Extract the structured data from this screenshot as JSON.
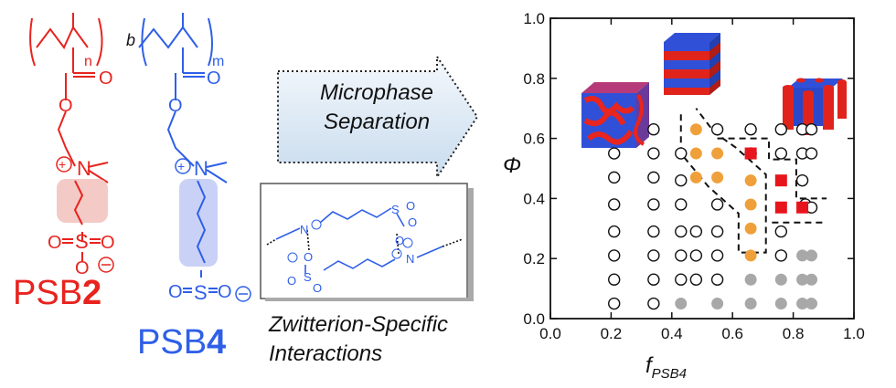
{
  "labels": {
    "psb2_prefix": "PSB",
    "psb2_num": "2",
    "psb4_prefix": "PSB",
    "psb4_num": "4",
    "arrow_line1": "Microphase",
    "arrow_line2": "Separation",
    "zwit_line1": "Zwitterion-Specific",
    "zwit_line2": "Interactions",
    "block_b": "b",
    "sub_n": "n",
    "sub_m": "m"
  },
  "colors": {
    "psb2": "#e8231f",
    "psb4": "#2f5fe8",
    "orange": "#f0a03a",
    "red": "#e8141c",
    "gray": "#a8a8a8",
    "arrow_fill": "#dce9f5"
  },
  "chart_data": {
    "type": "scatter",
    "xlabel": "f",
    "xlabel_sub": "PSB4",
    "ylabel": "Φ",
    "xlim": [
      0.0,
      1.0
    ],
    "ylim": [
      0.0,
      1.0
    ],
    "xticks": [
      "0.0",
      "0.2",
      "0.4",
      "0.6",
      "0.8",
      "1.0"
    ],
    "yticks": [
      "0.0",
      "0.2",
      "0.4",
      "0.6",
      "0.8",
      "1.0"
    ],
    "series": [
      {
        "marker": "open-circle",
        "points": [
          [
            0.21,
            0.55
          ],
          [
            0.21,
            0.47
          ],
          [
            0.21,
            0.38
          ],
          [
            0.21,
            0.29
          ],
          [
            0.21,
            0.21
          ],
          [
            0.21,
            0.13
          ],
          [
            0.21,
            0.05
          ],
          [
            0.34,
            0.63
          ],
          [
            0.34,
            0.55
          ],
          [
            0.34,
            0.47
          ],
          [
            0.34,
            0.38
          ],
          [
            0.34,
            0.29
          ],
          [
            0.34,
            0.21
          ],
          [
            0.34,
            0.13
          ],
          [
            0.34,
            0.05
          ],
          [
            0.43,
            0.55
          ],
          [
            0.43,
            0.46
          ],
          [
            0.43,
            0.38
          ],
          [
            0.43,
            0.29
          ],
          [
            0.43,
            0.21
          ],
          [
            0.43,
            0.13
          ],
          [
            0.48,
            0.29
          ],
          [
            0.48,
            0.21
          ],
          [
            0.48,
            0.13
          ],
          [
            0.55,
            0.63
          ],
          [
            0.55,
            0.38
          ],
          [
            0.55,
            0.29
          ],
          [
            0.55,
            0.21
          ],
          [
            0.55,
            0.13
          ],
          [
            0.66,
            0.63
          ],
          [
            0.66,
            0.55
          ],
          [
            0.76,
            0.63
          ],
          [
            0.76,
            0.55
          ],
          [
            0.76,
            0.29
          ],
          [
            0.76,
            0.21
          ],
          [
            0.83,
            0.63
          ],
          [
            0.83,
            0.55
          ],
          [
            0.83,
            0.46
          ],
          [
            0.84,
            0.38
          ],
          [
            0.86,
            0.63
          ],
          [
            0.86,
            0.55
          ],
          [
            0.86,
            0.37
          ]
        ]
      },
      {
        "marker": "orange-circle",
        "points": [
          [
            0.48,
            0.63
          ],
          [
            0.48,
            0.55
          ],
          [
            0.48,
            0.47
          ],
          [
            0.55,
            0.55
          ],
          [
            0.55,
            0.47
          ],
          [
            0.66,
            0.46
          ],
          [
            0.66,
            0.38
          ],
          [
            0.66,
            0.3
          ],
          [
            0.66,
            0.21
          ]
        ]
      },
      {
        "marker": "red-square",
        "points": [
          [
            0.66,
            0.55
          ],
          [
            0.76,
            0.46
          ],
          [
            0.76,
            0.37
          ],
          [
            0.83,
            0.37
          ]
        ]
      },
      {
        "marker": "gray-circle",
        "points": [
          [
            0.43,
            0.05
          ],
          [
            0.55,
            0.05
          ],
          [
            0.66,
            0.13
          ],
          [
            0.66,
            0.05
          ],
          [
            0.76,
            0.13
          ],
          [
            0.76,
            0.05
          ],
          [
            0.83,
            0.21
          ],
          [
            0.86,
            0.21
          ],
          [
            0.83,
            0.13
          ],
          [
            0.86,
            0.13
          ],
          [
            0.83,
            0.05
          ],
          [
            0.86,
            0.05
          ]
        ]
      }
    ],
    "boundaries": [
      [
        [
          0.43,
          0.68
        ],
        [
          0.43,
          0.55
        ],
        [
          0.52,
          0.44
        ],
        [
          0.62,
          0.35
        ],
        [
          0.62,
          0.22
        ],
        [
          0.71,
          0.22
        ],
        [
          0.71,
          0.48
        ],
        [
          0.61,
          0.57
        ],
        [
          0.54,
          0.62
        ],
        [
          0.48,
          0.7
        ]
      ],
      [
        [
          0.55,
          0.6
        ],
        [
          0.72,
          0.6
        ],
        [
          0.72,
          0.53
        ],
        [
          0.81,
          0.53
        ],
        [
          0.81,
          0.4
        ],
        [
          0.91,
          0.4
        ]
      ],
      [
        [
          0.73,
          0.32
        ],
        [
          0.91,
          0.32
        ]
      ]
    ]
  }
}
